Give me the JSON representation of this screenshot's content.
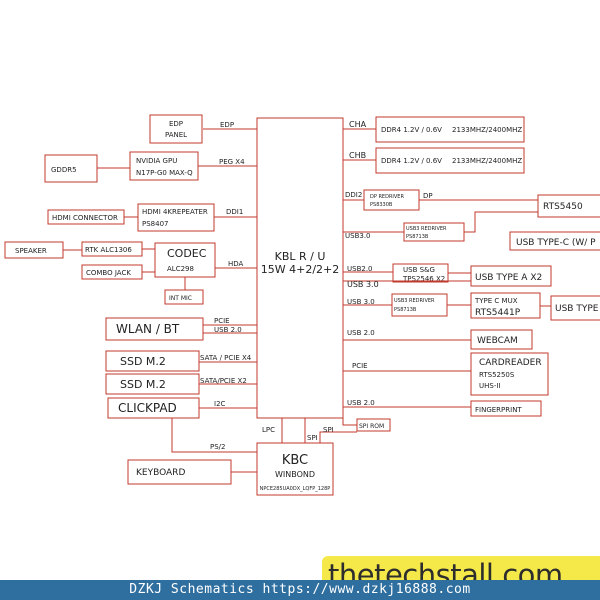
{
  "blocks": {
    "edp_panel": [
      "EDP",
      "PANEL"
    ],
    "gddr5": [
      "GDDR5"
    ],
    "nvidia": [
      "NVIDIA GPU",
      "N17P-G0 MAX-Q"
    ],
    "hdmi_connector": [
      "HDMI CONNECTOR"
    ],
    "hdmi_repeater": [
      "HDMI 4KREPEATER",
      "PS8407"
    ],
    "speaker": [
      "SPEAKER"
    ],
    "rtk": [
      "RTK ALC1306"
    ],
    "combo_jack": [
      "COMBO JACK"
    ],
    "codec": [
      "CODEC",
      "ALC298"
    ],
    "int_mic": [
      "INT MIC"
    ],
    "wlan": [
      "WLAN / BT"
    ],
    "ssd1": [
      "SSD M.2"
    ],
    "ssd2": [
      "SSD M.2"
    ],
    "clickpad": [
      "CLICKPAD"
    ],
    "keyboard": [
      "KEYBOARD"
    ],
    "kbl": [
      "KBL R / U",
      "15W 4+2/2+2"
    ],
    "kbc": [
      "KBC",
      "WINBOND",
      "NPCE285UA0DX_LQFP_128P"
    ],
    "spi_rom": [
      "SPI ROM"
    ],
    "ddr4_a": [
      "DDR4 1.2V / 0.6V",
      "2133MHZ/2400MHZ"
    ],
    "ddr4_b": [
      "DDR4 1.2V / 0.6V",
      "2133MHZ/2400MHZ"
    ],
    "dp_redriver": [
      "DP REDRIVER",
      "PS8330B"
    ],
    "usb3_redriver_a": [
      "USB3 REDRIVER",
      "PS8713B"
    ],
    "rts5450": [
      "RTS5450"
    ],
    "usb_typec_wp": [
      "USB TYPE-C (W/ P"
    ],
    "usb_sg": [
      "USB S&G",
      "TPS2546 X2"
    ],
    "usb_type_a": [
      "USB TYPE A  X2"
    ],
    "usb3_redriver_b": [
      "USB3 REDRIVER",
      "PS8713B"
    ],
    "typec_mux": [
      "TYPE C MUX",
      "RTS5441P"
    ],
    "usb_type_right": [
      "USB TYPE"
    ],
    "webcam": [
      "WEBCAM"
    ],
    "cardreader": [
      "CARDREADER",
      "RTS5250S",
      "UHS-II"
    ],
    "fingerprint": [
      "FINGERPRINT"
    ]
  },
  "signals": {
    "edp": "EDP",
    "peg": "PEG X4",
    "ddi1": "DDI1",
    "hda": "HDA",
    "pcie_wlan": "PCIE",
    "usb20_wlan": "USB 2.0",
    "sata_pcie_x4": "SATA / PCIE X4",
    "sata_pcie_x2": "SATA/PCIE X2",
    "i2c": "I2C",
    "lpc": "LPC",
    "spi_top": "SPI",
    "spi_bottom": "SPI",
    "ps2": "PS/2",
    "cha": "CHA",
    "chb": "CHB",
    "ddi2": "DDI2",
    "dp": "DP",
    "usb30_a": "USB3.0",
    "usb20_sg": "USB2.0",
    "usb30_b": "USB 3.0",
    "usb30_c": "USB 3.0",
    "usb20_webcam": "USB 2.0",
    "pcie_card": "PCIE",
    "usb20_fp": "USB 2.0"
  },
  "footer": {
    "text": "DZKJ Schematics https://www.dzkj16888.com",
    "watermark": "thetechstall.com"
  },
  "colors": {
    "box_stroke": "#c0392b",
    "wire": "#c0392b",
    "footer_bg": "#2f6f9f",
    "watermark_bg": "#f5e94a"
  }
}
